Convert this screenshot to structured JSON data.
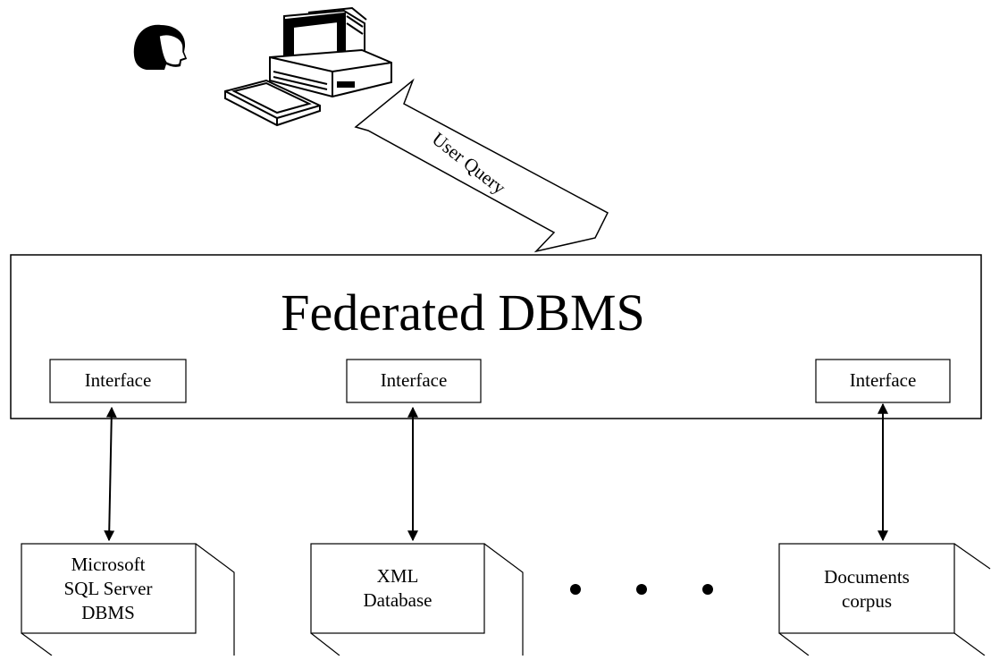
{
  "federated": {
    "title": "Federated DBMS",
    "interfaces": [
      "Interface",
      "Interface",
      "Interface"
    ]
  },
  "user_query_label": "User Query",
  "sources": [
    {
      "lines": [
        "Microsoft",
        "SQL Server",
        "DBMS"
      ]
    },
    {
      "lines": [
        "XML",
        "Database"
      ]
    },
    {
      "lines": [
        "Documents",
        "corpus"
      ]
    }
  ],
  "icons": [
    "user-head-icon",
    "computer-icon"
  ]
}
